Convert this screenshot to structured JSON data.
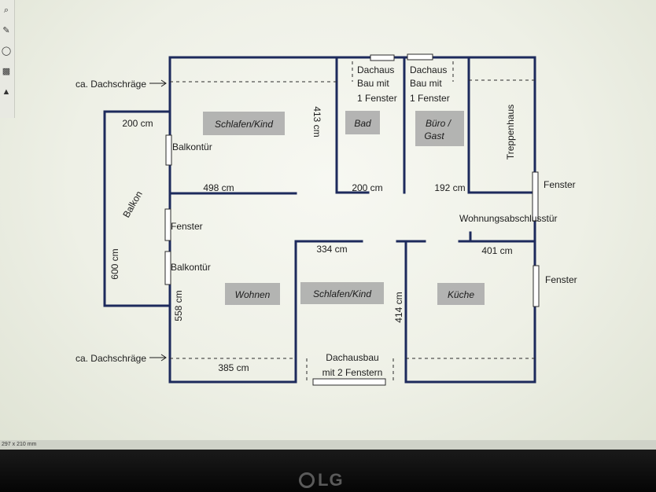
{
  "rooms": {
    "schlafen_kind_top": "Schlafen/Kind",
    "bad": "Bad",
    "buero_line1": "Büro /",
    "buero_line2": "Gast",
    "treppenhaus": "Treppenhaus",
    "wohnen": "Wohnen",
    "schlafen_kind_bottom": "Schlafen/Kind",
    "kueche": "Küche",
    "balkon": "Balkon"
  },
  "labels": {
    "dachschraege_top": "ca. Dachschräge",
    "dachschraege_bottom": "ca. Dachschräge",
    "dachaus1_l1": "Dachaus",
    "dachaus1_l2": "Bau mit",
    "dachaus1_l3": "1 Fenster",
    "dachaus2_l1": "Dachaus",
    "dachaus2_l2": "Bau mit",
    "dachaus2_l3": "1 Fenster",
    "balkontuer_top": "Balkontür",
    "balkontuer_bottom": "Balkontür",
    "fenster_left": "Fenster",
    "fenster_right_top": "Fenster",
    "fenster_right_bottom": "Fenster",
    "wohnungsabschlusstuer": "Wohnungsabschlusstür",
    "dachausbau_l1": "Dachausbau",
    "dachausbau_l2": "mit 2 Fenstern"
  },
  "dimensions": {
    "d200_balkon": "200 cm",
    "d413": "413 cm",
    "d498": "498 cm",
    "d200_bad": "200 cm",
    "d192": "192 cm",
    "d600": "600 cm",
    "d334": "334 cm",
    "d401": "401 cm",
    "d558": "558 cm",
    "d414": "414 cm",
    "d385": "385 cm"
  },
  "status": {
    "page_size": "297 x 210 mm"
  },
  "brand": {
    "name": "LG"
  }
}
